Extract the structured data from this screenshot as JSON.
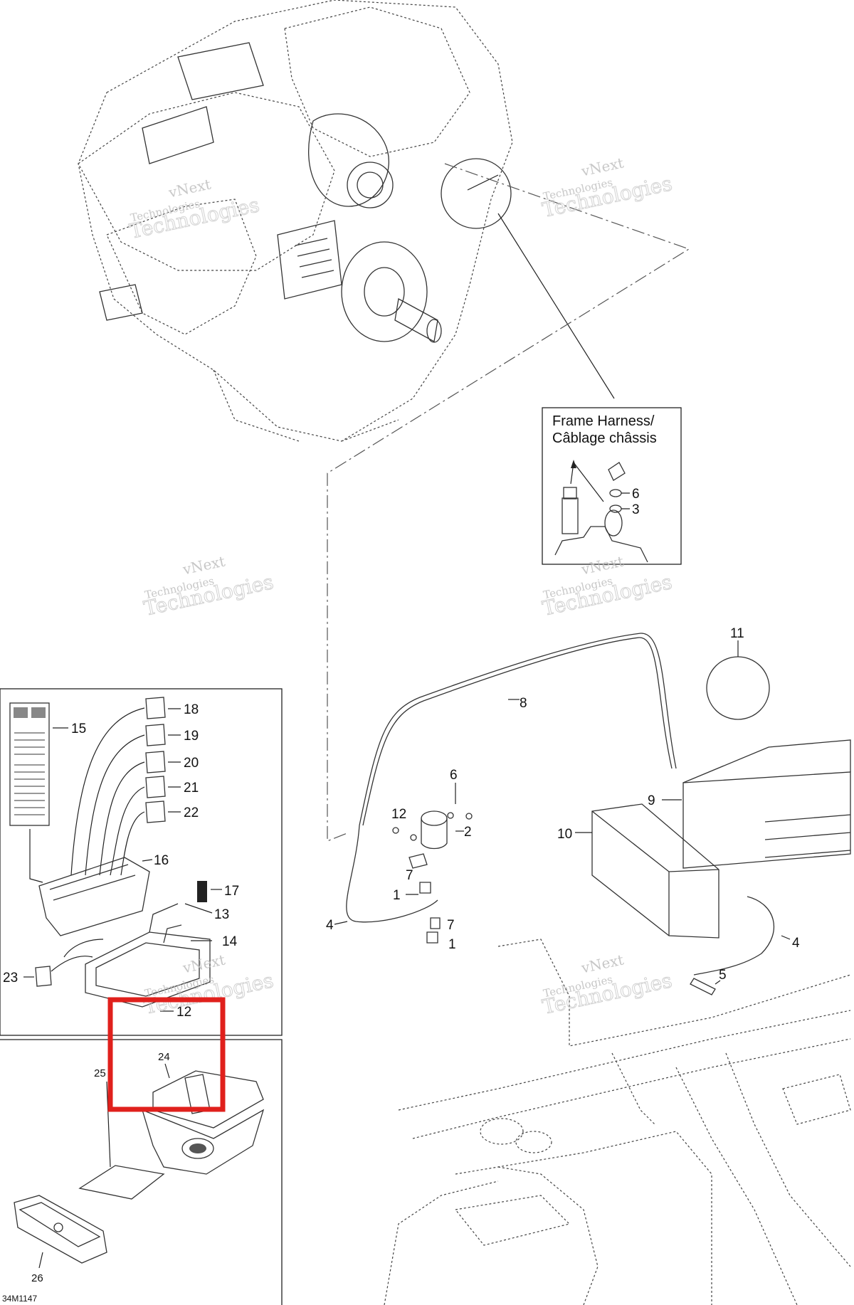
{
  "inset": {
    "title_line1": "Frame Harness/",
    "title_line2": "Câblage châssis",
    "callouts": [
      "6",
      "3"
    ]
  },
  "callouts": {
    "c1a": "1",
    "c1b": "1",
    "c2": "2",
    "c4a": "4",
    "c4b": "4",
    "c5": "5",
    "c6": "6",
    "c7a": "7",
    "c7b": "7",
    "c8": "8",
    "c9": "9",
    "c10": "10",
    "c11": "11",
    "c12a": "12",
    "c12b": "12",
    "c13": "13",
    "c14": "14",
    "c15": "15",
    "c16": "16",
    "c17": "17",
    "c18": "18",
    "c19": "19",
    "c20": "20",
    "c21": "21",
    "c22": "22",
    "c23": "23",
    "c24": "24",
    "c25": "25",
    "c26": "26"
  },
  "watermark": {
    "line1": "vNext",
    "line2": "Technologies",
    "line3": "Technologies"
  },
  "drawing_code": "34M1147",
  "highlight_color": "#e0201c"
}
